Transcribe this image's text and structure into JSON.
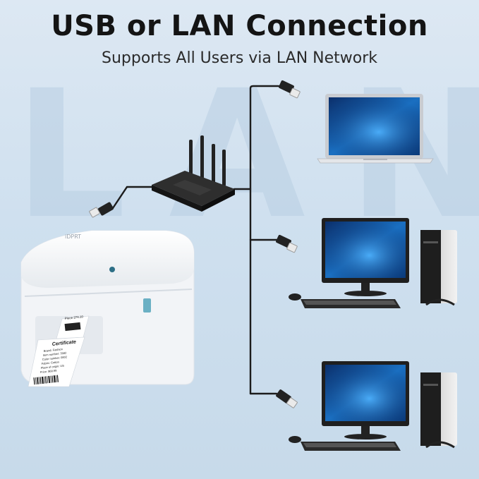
{
  "header": {
    "title": "USB or LAN Connection",
    "subtitle": "Supports All Users via LAN Network"
  },
  "watermark": "LAN",
  "label": {
    "top_line": "Piece 274.10",
    "heading": "Certificate",
    "lines": [
      "Brand: Fashion",
      "Item number: 3582",
      "Color number: 0802",
      "Fabric: Cotton",
      "Place of origin: US",
      "Price: $68.99"
    ]
  },
  "colors": {
    "background": "#cfe0ef",
    "cable": "#1c1c1c",
    "screen": "#1a6fc1",
    "router": "#2a2a2a",
    "printer": "#f4f6f8"
  },
  "icons": [
    "router-icon",
    "laptop-icon",
    "desktop-pc-icon",
    "printer-icon",
    "ethernet-plug-icon"
  ]
}
